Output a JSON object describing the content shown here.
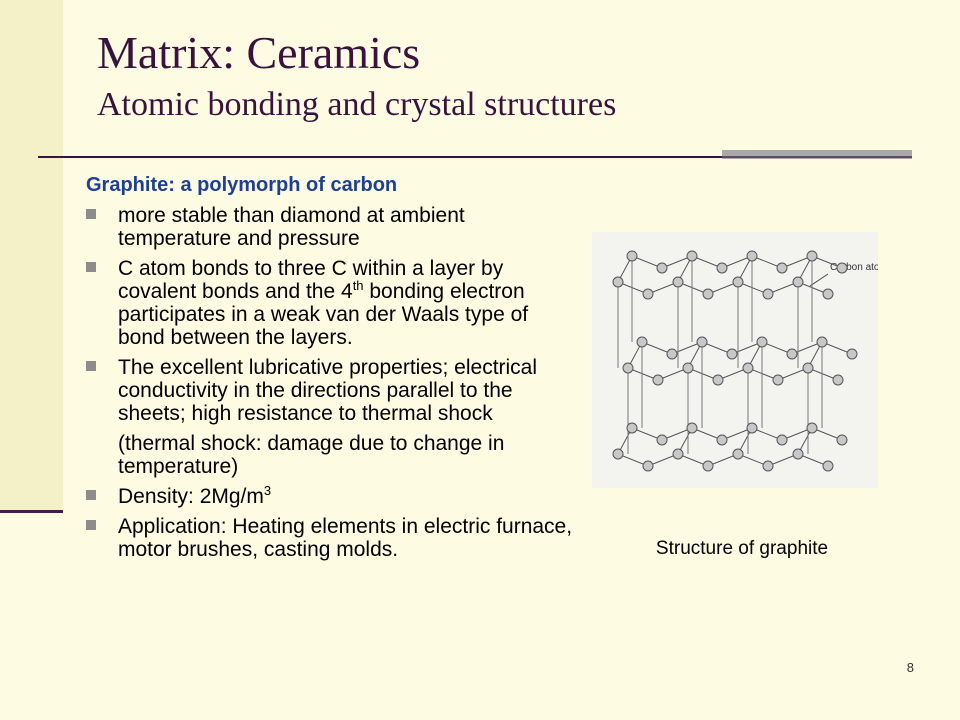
{
  "title": {
    "main": "Matrix: Ceramics",
    "sub": "Atomic bonding and crystal structures"
  },
  "content": {
    "heading": "Graphite: a polymorph of carbon",
    "bullet1": "more stable than diamond at ambient temperature and pressure",
    "bullet2_before_sup": "C atom bonds to three C within a layer by covalent bonds and the 4",
    "bullet2_sup": "th",
    "bullet2_after_sup": " bonding electron participates in a weak van der Waals type of bond between the layers.",
    "bullet3": "The excellent lubricative properties; electrical conductivity in the directions parallel to the sheets; high resistance to thermal shock",
    "bullet3_note": "(thermal shock: damage due to change in temperature)",
    "bullet4_before_sup": "Density: 2Mg/m",
    "bullet4_sup": "3",
    "bullet5": "Application: Heating elements in electric furnace, motor brushes, casting molds."
  },
  "figure": {
    "label": "Carbon atom",
    "caption": "Structure of graphite"
  },
  "page_number": "8",
  "colors": {
    "background": "#fdfbe1",
    "title": "#3a1240",
    "heading": "#1c3f9a",
    "bullet": "#8c8c8c"
  }
}
